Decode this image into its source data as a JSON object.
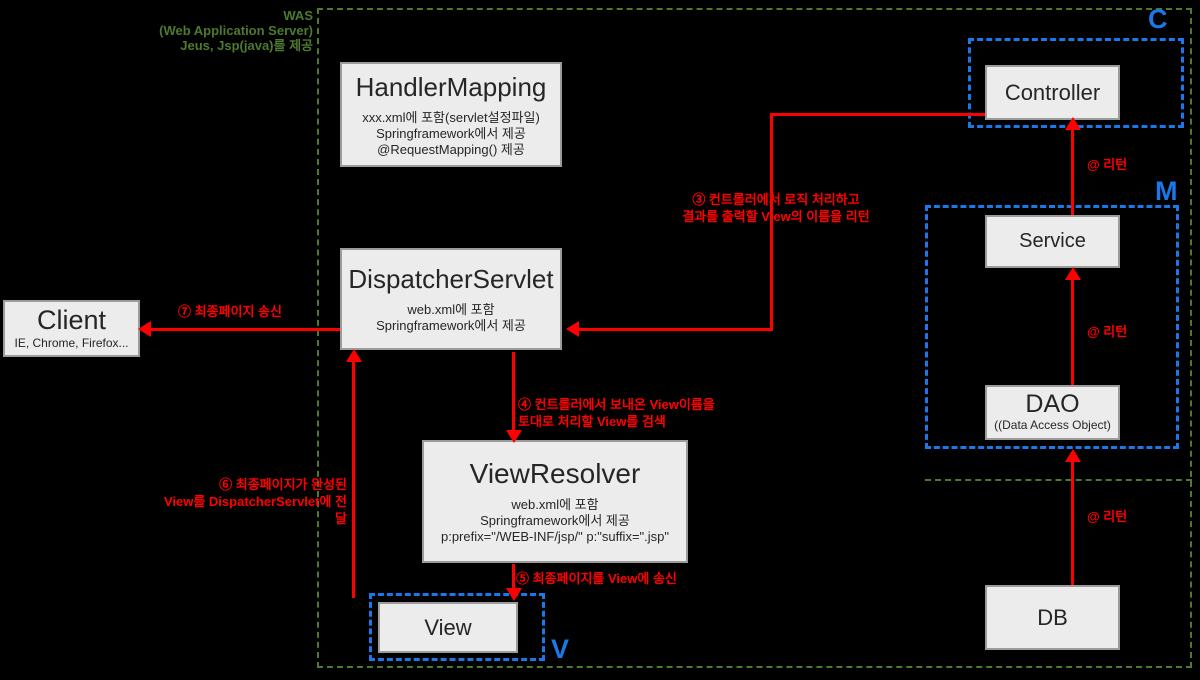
{
  "was": {
    "title": "WAS",
    "subtitle": "(Web Application Server)",
    "provides": "Jeus, Jsp(java)를 제공"
  },
  "regions": {
    "c": "C",
    "m": "M",
    "v": "V"
  },
  "boxes": {
    "handler_mapping": {
      "title": "HandlerMapping",
      "line1": "xxx.xml에 포함(servlet설정파일)",
      "line2": "Springframework에서 제공",
      "line3": "@RequestMapping() 제공"
    },
    "dispatcher_servlet": {
      "title": "DispatcherServlet",
      "line1": "web.xml에 포함",
      "line2": "Springframework에서 제공"
    },
    "client": {
      "title": "Client",
      "subtitle": "IE, Chrome, Firefox..."
    },
    "view_resolver": {
      "title": "ViewResolver",
      "line1": "web.xml에 포함",
      "line2": "Springframework에서 제공",
      "line3": "p:prefix=\"/WEB-INF/jsp/\"  p:\"suffix=\".jsp\""
    },
    "view": {
      "title": "View"
    },
    "controller": {
      "title": "Controller"
    },
    "service": {
      "title": "Service"
    },
    "dao": {
      "title": "DAO",
      "subtitle": "((Data Access Object)"
    },
    "db": {
      "title": "DB"
    }
  },
  "arrow_labels": {
    "final_page_to_client": "⑦ 최종페이지 송신",
    "controller_return_line1": "③ 컨트롤러에서 로직 처리하고",
    "controller_return_line2": "결과를 출력할 View의 이름을 리턴",
    "dispatcher_to_viewresolver_line1": "④ 컨트롤러에서 보내온 View이름을",
    "dispatcher_to_viewresolver_line2": "토대로 처리할 View를 검색",
    "viewresolver_to_view": "⑤ 최종페이지를 View에 송신",
    "view_to_dispatcher_line1": "⑥ 최종페이지가 완성된",
    "view_to_dispatcher_line2": "View를 DispatcherServlet에 전달",
    "service_return": "@ 리턴",
    "dao_return": "@ 리턴",
    "db_return": "@ 리턴"
  },
  "colors": {
    "background": "#000000",
    "box_fill": "#ececec",
    "box_border": "#9b9b9b",
    "accent_red": "#ff0000",
    "accent_green": "#4d7a2e",
    "accent_blue": "#1a78e8"
  }
}
